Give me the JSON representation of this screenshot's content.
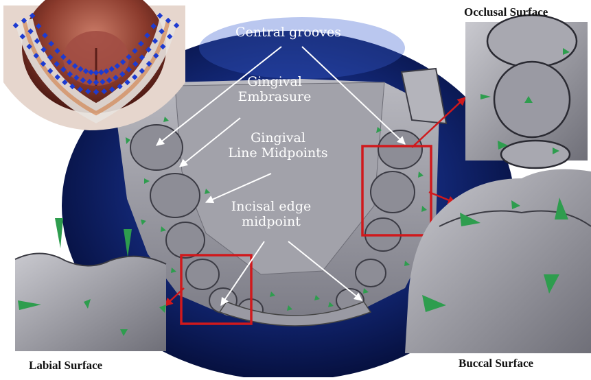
{
  "labels": {
    "central_grooves": "Central grooves",
    "gingival_embrasure": [
      "Gingival",
      "Embrasure"
    ],
    "gingival_line_midpoints": [
      "Gingival",
      "Line Midpoints"
    ],
    "incisal_edge_midpoint": [
      "Incisal edge",
      "midpoint"
    ]
  },
  "panels": {
    "occlusal": "Occlusal Surface",
    "labial": "Labial Surface",
    "buccal": "Buccal Surface"
  },
  "colors": {
    "background_oval": "#0b1a5c",
    "tooth_gray": "#9a9aa3",
    "marker_green": "#2e9d4e",
    "highlight_red": "#d0191c",
    "arrow_white": "#ffffff",
    "scan_dots_blue": "#1d3bd1"
  }
}
